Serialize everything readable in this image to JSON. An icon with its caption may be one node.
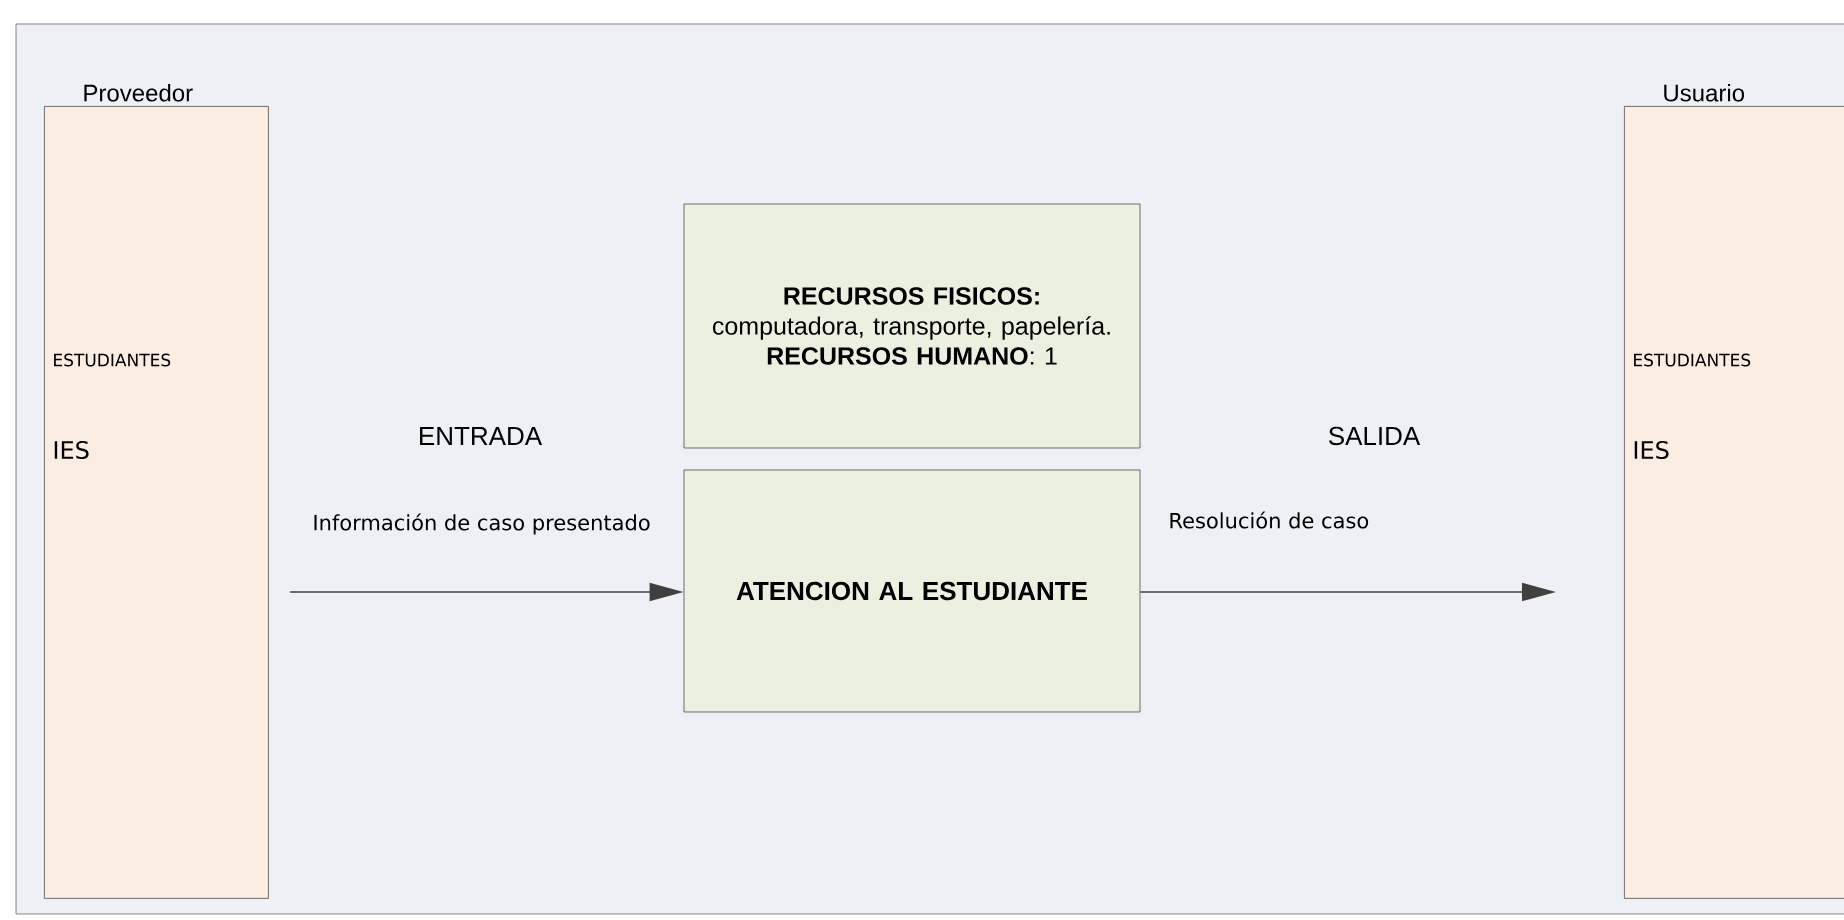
{
  "diagram": {
    "nodes": [
      {
        "text": [
          "Proveedor",
          "ESTUDIANTES",
          "IES"
        ]
      },
      {
        "text": [
          "**RECURSOS FISICOS:** computadora, transporte, papelería. **RECURSOS HUMANO**: 1"
        ]
      },
      {
        "text": [
          "ATENCION AL ESTUDIANTE"
        ]
      },
      {
        "text": [
          "Usuario",
          "ESTUDIANTES",
          "IES"
        ]
      }
    ],
    "edges": [
      {
        "from": 0,
        "to": 2,
        "arrow": "to",
        "label": "Información de caso presentado"
      },
      {
        "from": 2,
        "to": 3,
        "arrow": "to",
        "label": "Resolución de caso"
      }
    ],
    "labels": [
      "ENTRADA",
      "SALIDA"
    ]
  }
}
